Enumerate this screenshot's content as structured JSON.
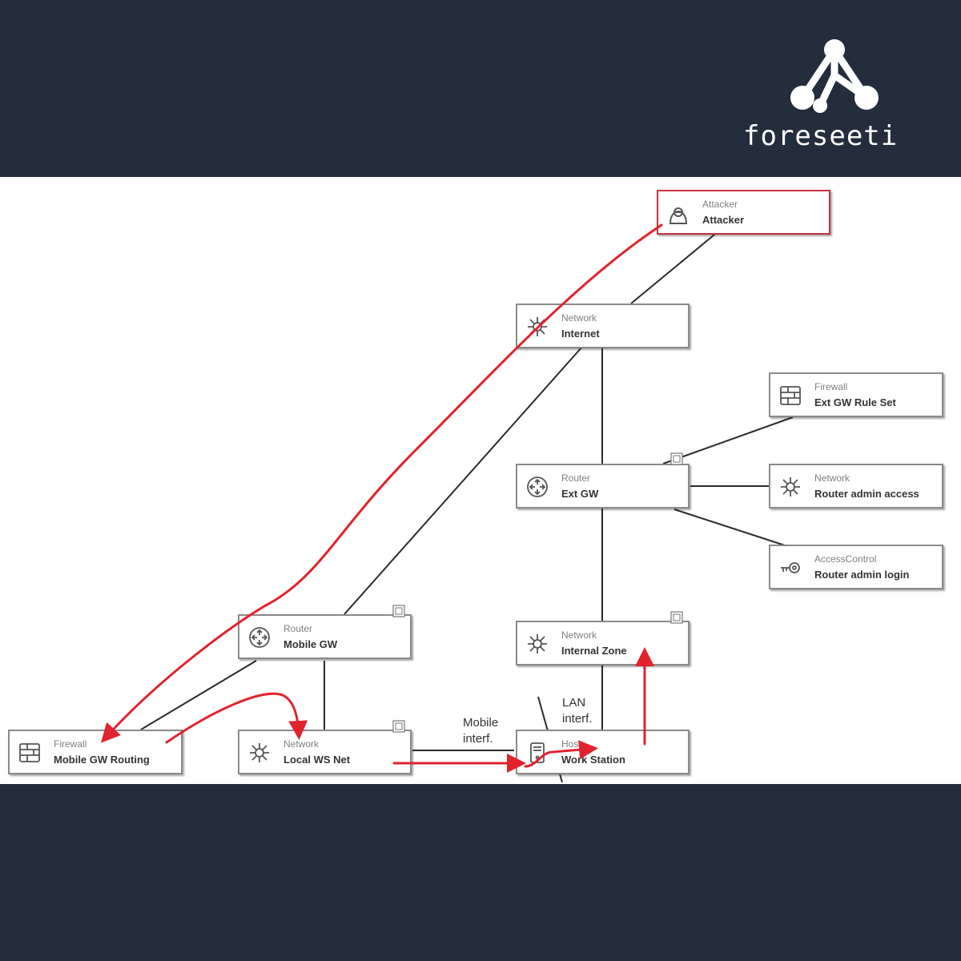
{
  "brand": {
    "name": "foreseeti",
    "logo_icon": "network-logo-icon"
  },
  "colors": {
    "background": "#232d3d",
    "canvas": "#ffffff",
    "attack_path": "#e0232d",
    "attacker_border": "#c8323e",
    "node_border": "#8a8a8a",
    "link": "#2b2b2b"
  },
  "nodes": {
    "attacker": {
      "type": "Attacker",
      "label": "Attacker",
      "icon": "hacker-icon"
    },
    "internet": {
      "type": "Network",
      "label": "Internet",
      "icon": "network-hub-icon"
    },
    "ext_gw_rule_set": {
      "type": "Firewall",
      "label": "Ext GW Rule Set",
      "icon": "firewall-icon"
    },
    "ext_gw": {
      "type": "Router",
      "label": "Ext GW",
      "icon": "router-icon"
    },
    "router_admin_access": {
      "type": "Network",
      "label": "Router admin access",
      "icon": "network-hub-icon"
    },
    "router_admin_login": {
      "type": "AccessControl",
      "label": "Router admin login",
      "icon": "key-icon"
    },
    "mobile_gw": {
      "type": "Router",
      "label": "Mobile GW",
      "icon": "router-icon"
    },
    "internal_zone": {
      "type": "Network",
      "label": "Internal Zone",
      "icon": "network-hub-icon"
    },
    "mobile_gw_routing": {
      "type": "Firewall",
      "label": "Mobile GW Routing",
      "icon": "firewall-icon"
    },
    "local_ws_net": {
      "type": "Network",
      "label": "Local WS Net",
      "icon": "network-hub-icon"
    },
    "work_station": {
      "type": "Host",
      "label": "Work Station",
      "icon": "host-icon"
    }
  },
  "notes": {
    "mobile_interf": [
      "Mobile",
      "interf."
    ],
    "lan_interf": [
      "LAN",
      "interf."
    ]
  }
}
